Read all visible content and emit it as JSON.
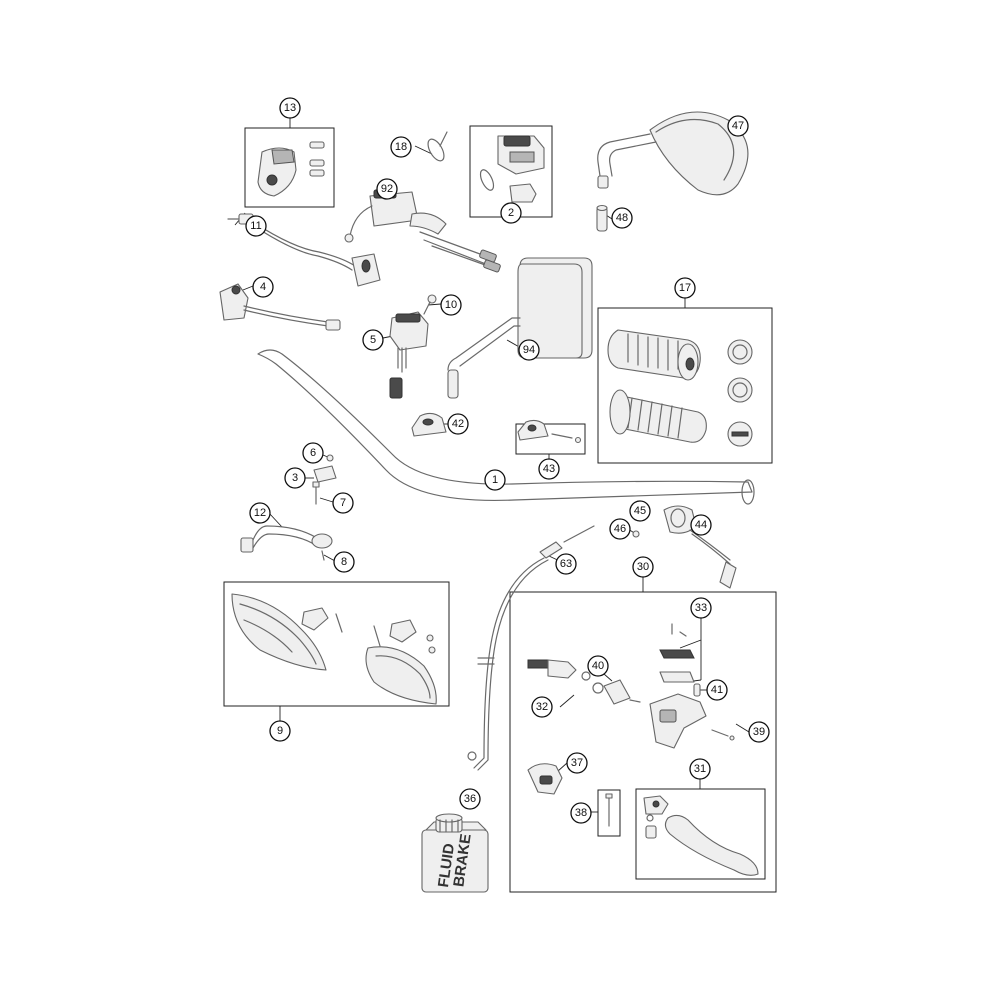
{
  "callouts": [
    {
      "label": "13"
    },
    {
      "label": "18"
    },
    {
      "label": "92"
    },
    {
      "label": "2"
    },
    {
      "label": "47"
    },
    {
      "label": "48"
    },
    {
      "label": "11"
    },
    {
      "label": "4"
    },
    {
      "label": "10"
    },
    {
      "label": "5"
    },
    {
      "label": "94"
    },
    {
      "label": "17"
    },
    {
      "label": "42"
    },
    {
      "label": "43"
    },
    {
      "label": "6"
    },
    {
      "label": "3"
    },
    {
      "label": "7"
    },
    {
      "label": "1"
    },
    {
      "label": "12"
    },
    {
      "label": "8"
    },
    {
      "label": "45"
    },
    {
      "label": "46"
    },
    {
      "label": "44"
    },
    {
      "label": "63"
    },
    {
      "label": "30"
    },
    {
      "label": "9"
    },
    {
      "label": "33"
    },
    {
      "label": "40"
    },
    {
      "label": "41"
    },
    {
      "label": "32"
    },
    {
      "label": "39"
    },
    {
      "label": "37"
    },
    {
      "label": "31"
    },
    {
      "label": "36"
    },
    {
      "label": "38"
    }
  ],
  "bottle_label": {
    "line1": "BRAKE",
    "line2": "FLUID"
  },
  "colors": {
    "line": "#222222",
    "part_stroke": "#666666",
    "part_fill": "#efefef",
    "background": "#ffffff"
  }
}
